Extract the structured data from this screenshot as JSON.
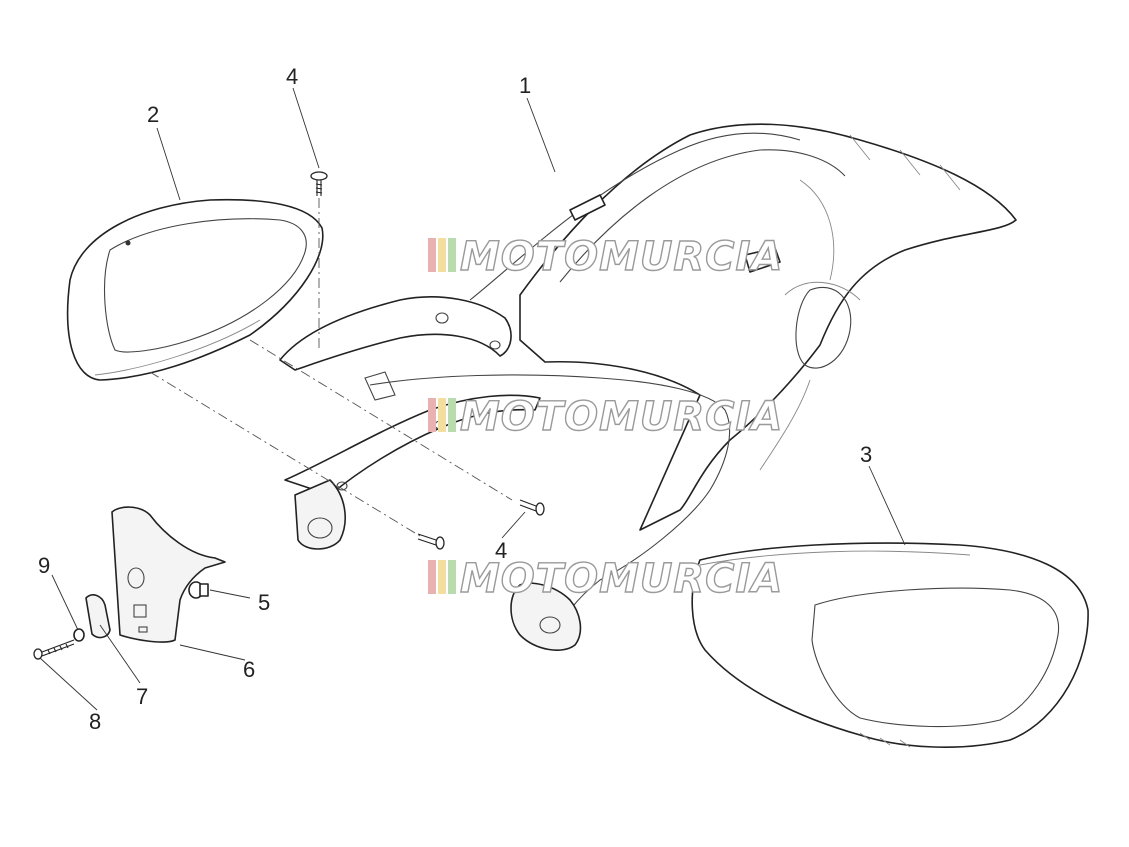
{
  "watermark": {
    "text": "MOTOMURCIA",
    "stripe_colors": [
      "#e8b2b2",
      "#f2dfa0",
      "#b9dcae"
    ]
  },
  "callouts": [
    "1",
    "2",
    "3",
    "4",
    "4",
    "5",
    "6",
    "7",
    "8",
    "9"
  ]
}
